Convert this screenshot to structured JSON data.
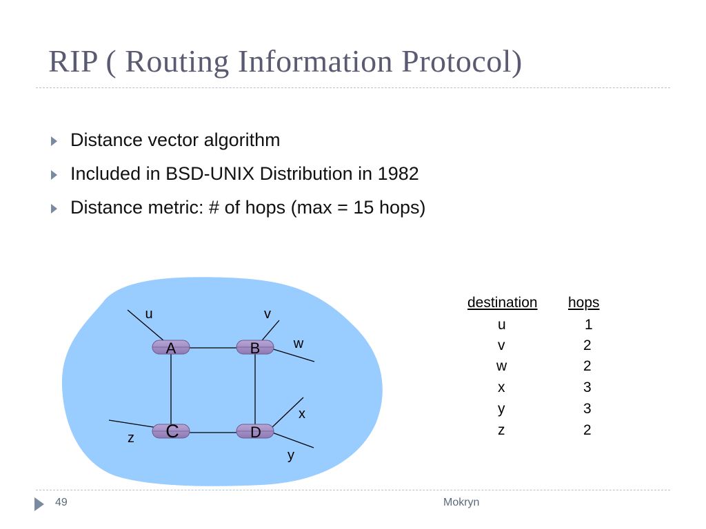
{
  "slide": {
    "title": "RIP ( Routing Information Protocol)",
    "bullets": [
      "Distance vector algorithm",
      "Included in BSD-UNIX Distribution in 1982",
      "Distance metric: # of hops (max = 15 hops)"
    ]
  },
  "diagram": {
    "cloud_color": "#99ccff",
    "router_color": "#a58fc6",
    "routers": [
      "A",
      "B",
      "C",
      "D"
    ],
    "networks": [
      "u",
      "v",
      "w",
      "x",
      "y",
      "z"
    ]
  },
  "table": {
    "headers": [
      "destination",
      "hops"
    ],
    "rows": [
      {
        "destination": "u",
        "hops": "1"
      },
      {
        "destination": "v",
        "hops": "2"
      },
      {
        "destination": "w",
        "hops": "2"
      },
      {
        "destination": "x",
        "hops": "3"
      },
      {
        "destination": "y",
        "hops": "3"
      },
      {
        "destination": "z",
        "hops": "2"
      }
    ]
  },
  "footer": {
    "page_number": "49",
    "author": "Mokryn"
  }
}
